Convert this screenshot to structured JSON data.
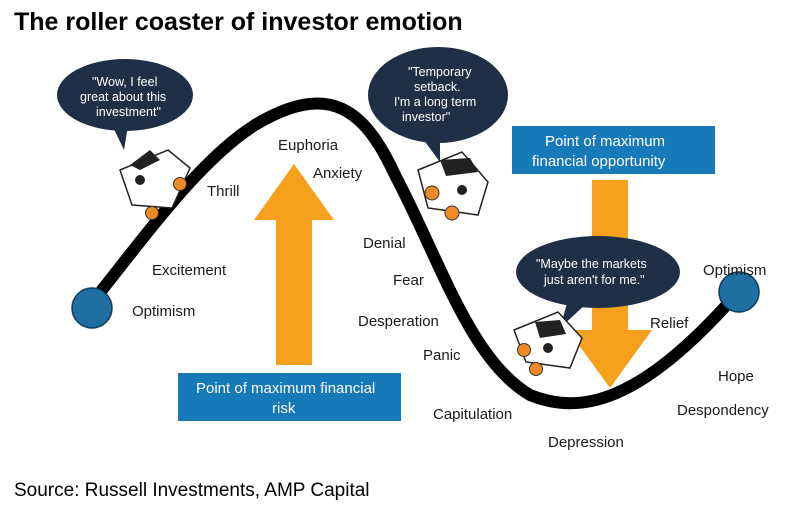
{
  "title": "The roller coaster of investor emotion",
  "source": "Source: Russell Investments, AMP Capital",
  "colors": {
    "track": "#000000",
    "endpoint": "#1f6fa3",
    "arrow": "#f7a01c",
    "box": "#1679b8",
    "bubble": "#1f2f45",
    "seat": "#f08a24"
  },
  "stages": [
    {
      "id": "optimism-start",
      "label": "Optimism"
    },
    {
      "id": "excitement",
      "label": "Excitement"
    },
    {
      "id": "thrill",
      "label": "Thrill"
    },
    {
      "id": "euphoria",
      "label": "Euphoria"
    },
    {
      "id": "anxiety",
      "label": "Anxiety"
    },
    {
      "id": "denial",
      "label": "Denial"
    },
    {
      "id": "fear",
      "label": "Fear"
    },
    {
      "id": "desperation",
      "label": "Desperation"
    },
    {
      "id": "panic",
      "label": "Panic"
    },
    {
      "id": "capitulation",
      "label": "Capitulation"
    },
    {
      "id": "depression",
      "label": "Depression"
    },
    {
      "id": "despondency",
      "label": "Despondency"
    },
    {
      "id": "hope",
      "label": "Hope"
    },
    {
      "id": "relief",
      "label": "Relief"
    },
    {
      "id": "optimism-end",
      "label": "Optimism"
    }
  ],
  "bubbles": [
    {
      "id": "great",
      "lines": [
        "\"Wow, I feel",
        "great about  this",
        "investment\""
      ]
    },
    {
      "id": "setback",
      "lines": [
        "\"Temporary",
        "setback.",
        "I'm a long term",
        "investor\""
      ]
    },
    {
      "id": "markets",
      "lines": [
        "\"Maybe the markets",
        "just aren't for me.\""
      ]
    }
  ],
  "boxes": {
    "risk": {
      "lines": [
        "Point of maximum financial",
        "risk"
      ]
    },
    "opportunity": {
      "lines": [
        "Point of maximum",
        "financial opportunity"
      ]
    }
  }
}
